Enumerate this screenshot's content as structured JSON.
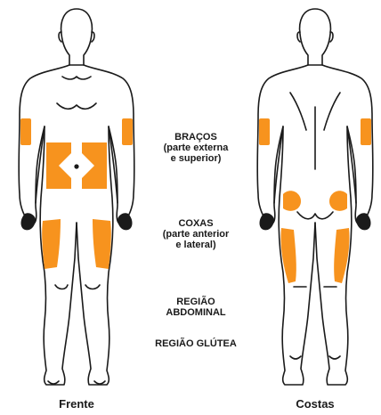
{
  "colors": {
    "outline": "#1a1a1a",
    "highlight": "#f7931e",
    "background": "#ffffff"
  },
  "labels": {
    "arms_title": "BRAÇOS",
    "arms_sub1": "(parte externa",
    "arms_sub2": "e superior)",
    "thighs_title": "COXAS",
    "thighs_sub1": "(parte anterior",
    "thighs_sub2": "e lateral)",
    "abdomen_1": "REGIÃO",
    "abdomen_2": "ABDOMINAL",
    "gluteal": "REGIÃO GLÚTEA"
  },
  "views": {
    "front": "Frente",
    "back": "Costas"
  }
}
